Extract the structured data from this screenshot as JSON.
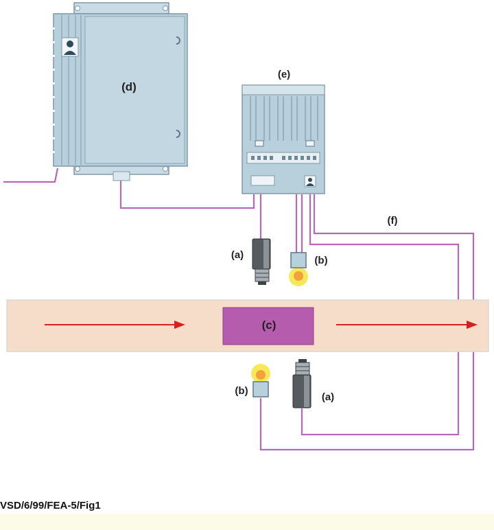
{
  "diagram": {
    "labels": {
      "d": "(d)",
      "e": "(e)",
      "f": "(f)",
      "a_top": "(a)",
      "b_top": "(b)",
      "c": "(c)",
      "b_bottom": "(b)",
      "a_bottom": "(a)"
    },
    "colors": {
      "wire": "#b766b8",
      "cabinet": "#b7d0dc",
      "conveyor": "#f6ddc9",
      "object": "#b55cae",
      "arrow": "#d62020",
      "light": "#f7e85a"
    },
    "icons": {
      "cabinet_badge": "person-icon",
      "controller_badge": "person-icon"
    }
  },
  "caption": "VSD/6/99/FEA-5/Fig1"
}
